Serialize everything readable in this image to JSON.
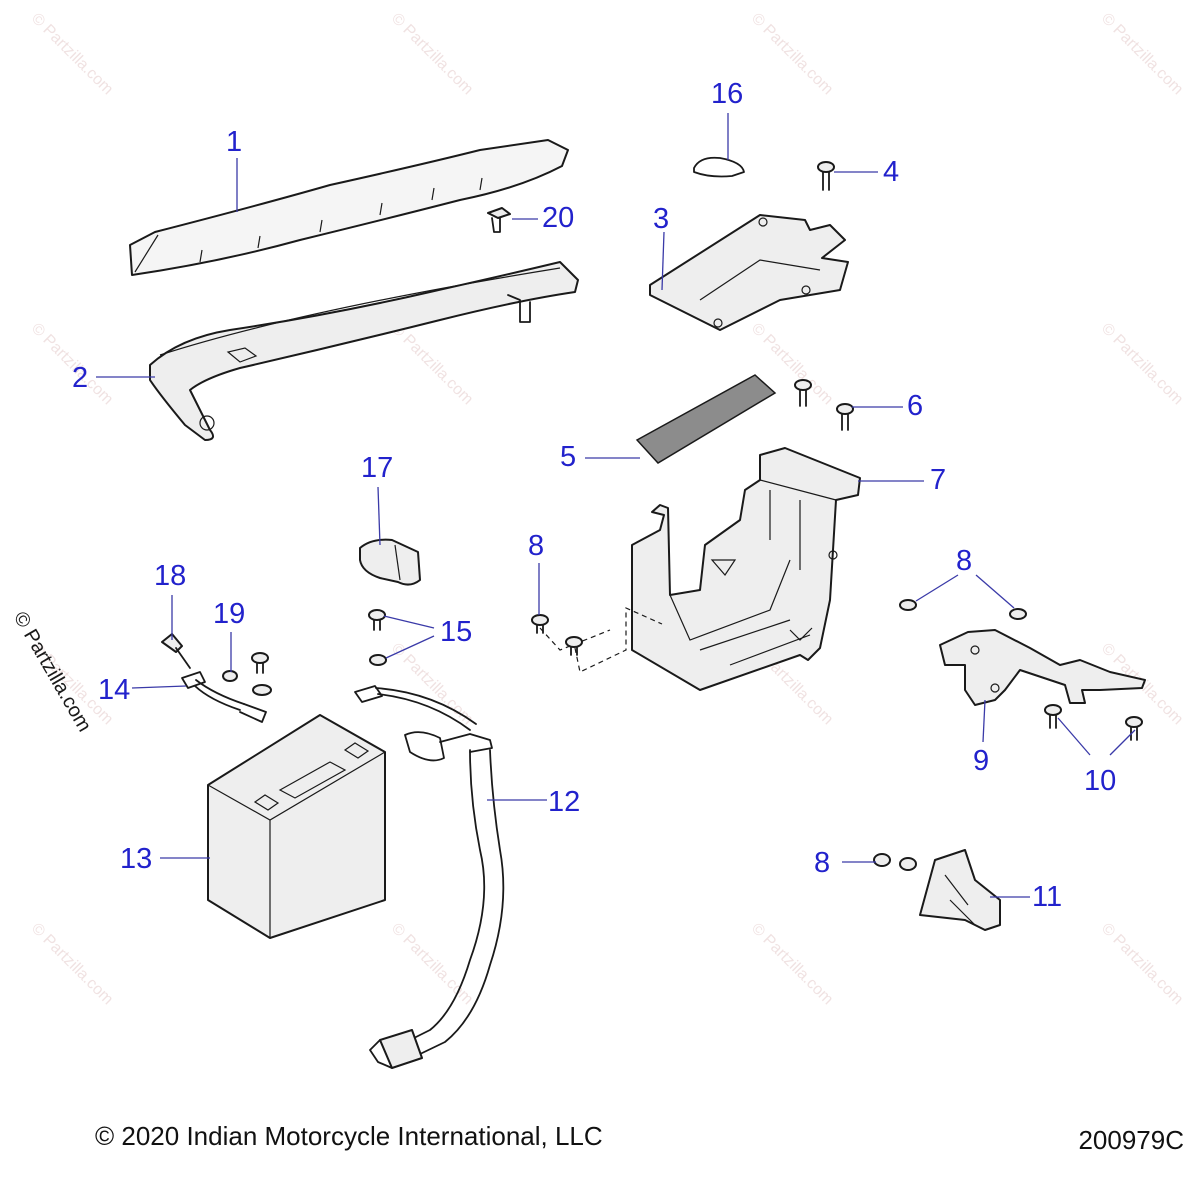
{
  "callouts": {
    "c1": "1",
    "c2": "2",
    "c3": "3",
    "c4": "4",
    "c5": "5",
    "c6": "6",
    "c7": "7",
    "c8a": "8",
    "c8b": "8",
    "c8c": "8",
    "c9": "9",
    "c10": "10",
    "c11": "11",
    "c12": "12",
    "c13": "13",
    "c14": "14",
    "c15": "15",
    "c16": "16",
    "c17": "17",
    "c18": "18",
    "c19": "19",
    "c20": "20"
  },
  "watermark": "© Partzilla.com",
  "side_watermark": "© Partzilla.com",
  "footer": {
    "copyright": "© 2020 Indian Motorcycle International, LLC",
    "doc_number": "200979C"
  },
  "colors": {
    "callout": "#2222cc",
    "leader": "#3a3aa8",
    "line_art": "#1a1a1a"
  }
}
